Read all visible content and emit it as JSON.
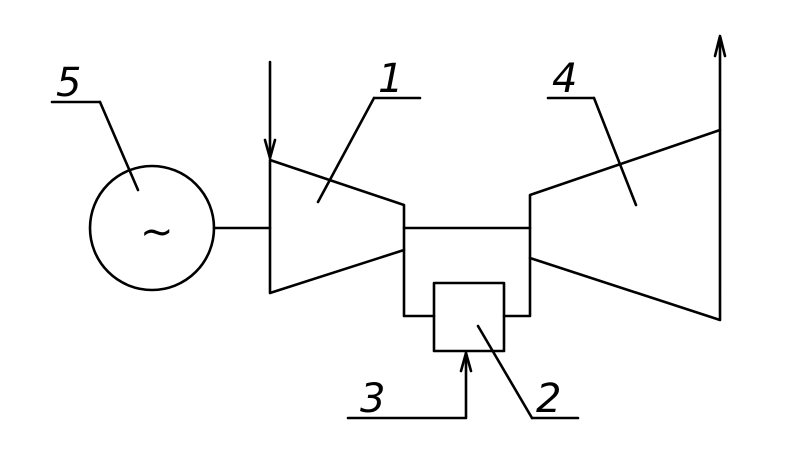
{
  "diagram": {
    "labels": {
      "generator": "5",
      "compressor": "1",
      "turbine": "4",
      "combustor": "2",
      "fuel_input": "3"
    },
    "generator_symbol": "~",
    "colors": {
      "stroke": "#000000",
      "background": "#ffffff"
    }
  }
}
